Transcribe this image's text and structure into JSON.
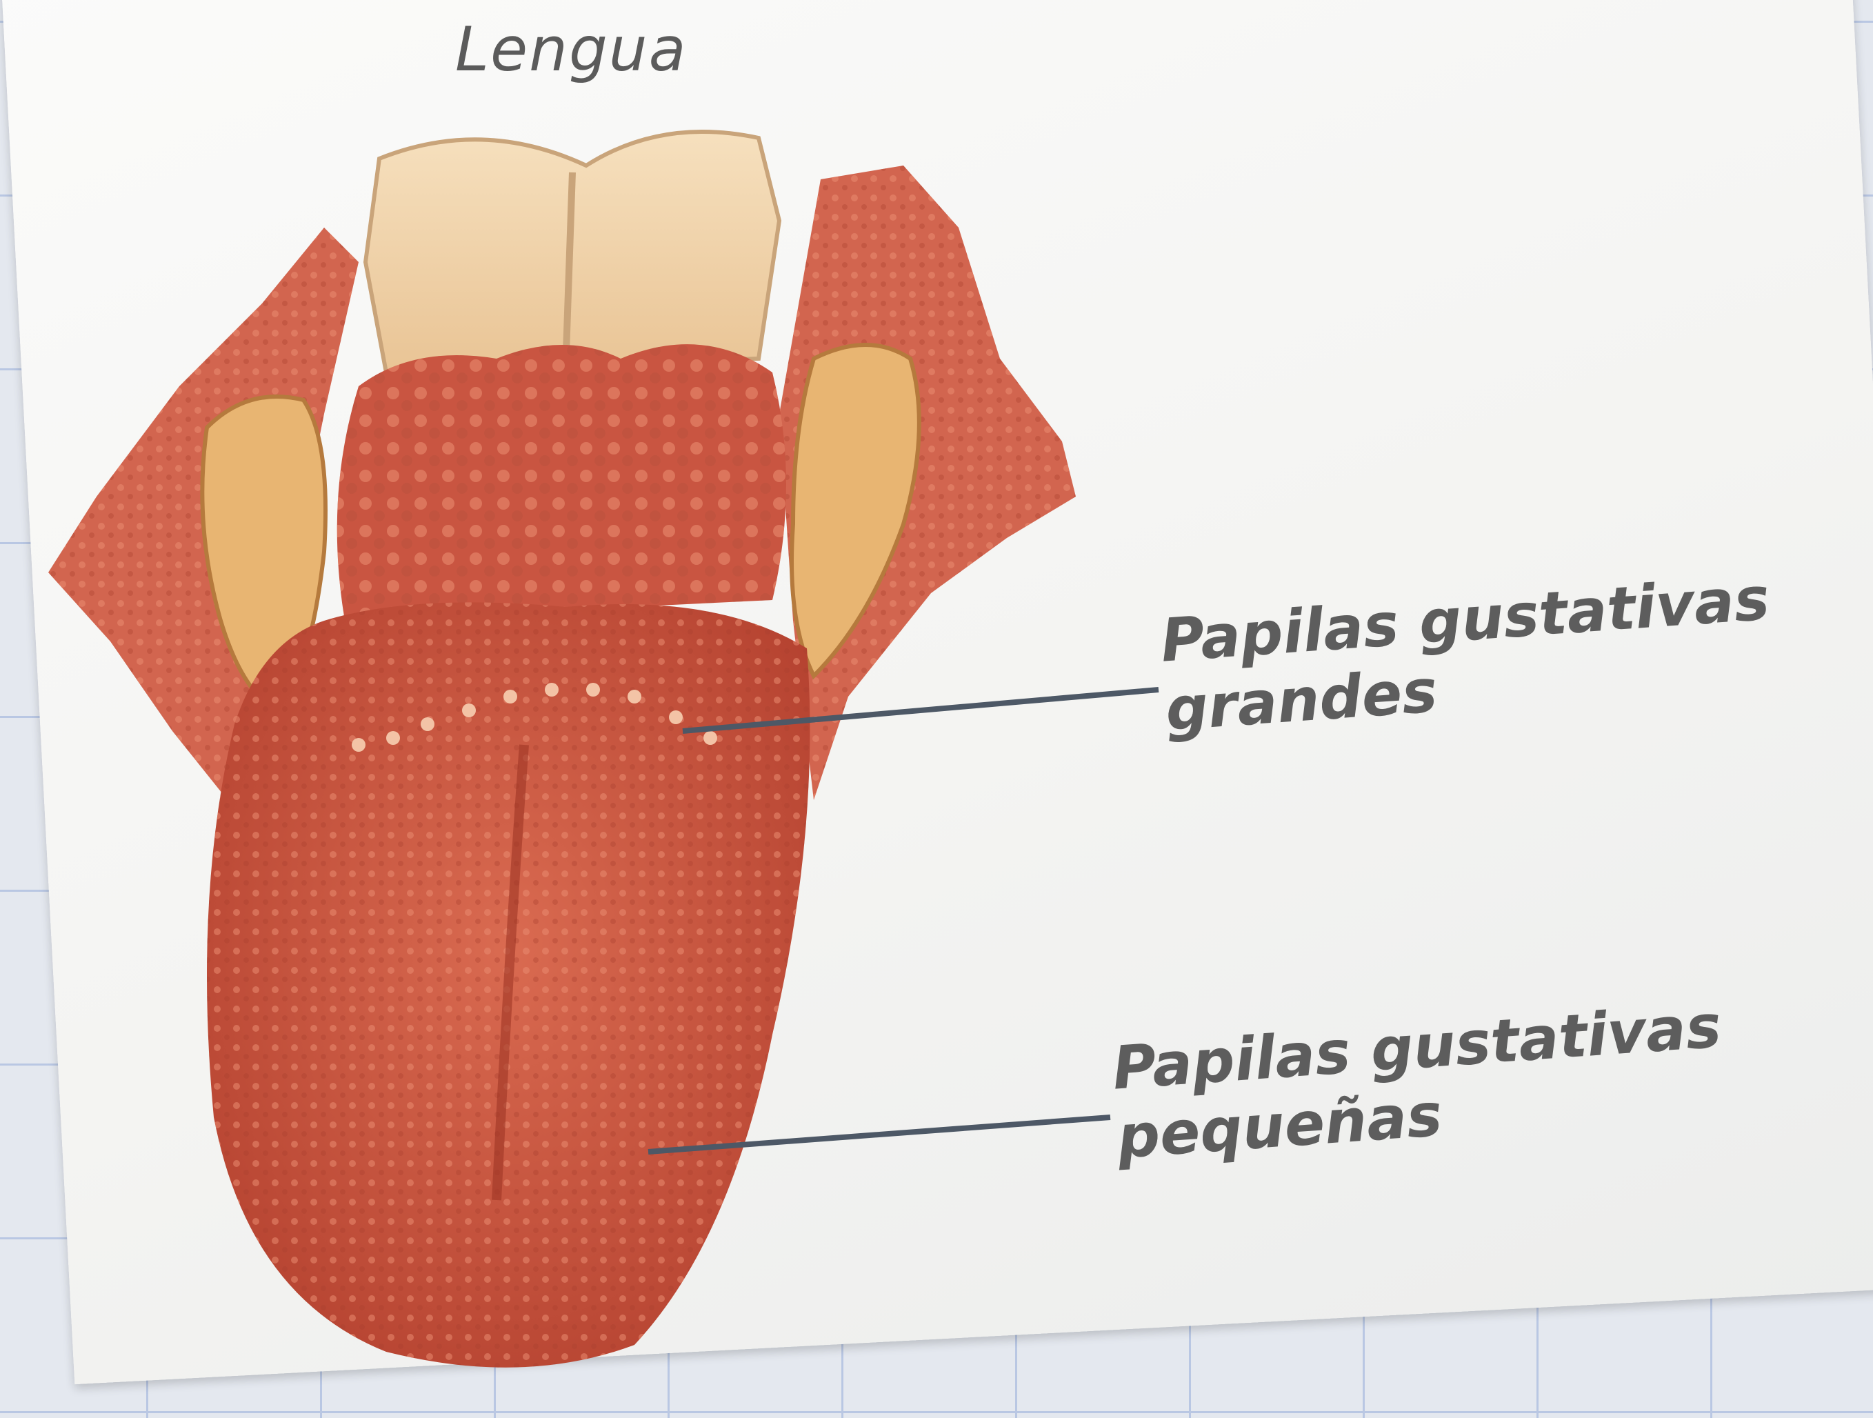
{
  "title": "Lengua",
  "labels": {
    "large_papillae": {
      "line1": "Papilas gustativas",
      "line2": "grandes"
    },
    "small_papillae": {
      "line1": "Papilas gustativas",
      "line2": "pequeñas"
    }
  },
  "colors": {
    "tongue": "#c8513e",
    "tongue_light": "#e07a5f",
    "epiglottis": "#f1d2a6",
    "tonsil": "#e8b572",
    "leader_line": "#4d5866",
    "grid": "#b9c7e3"
  }
}
